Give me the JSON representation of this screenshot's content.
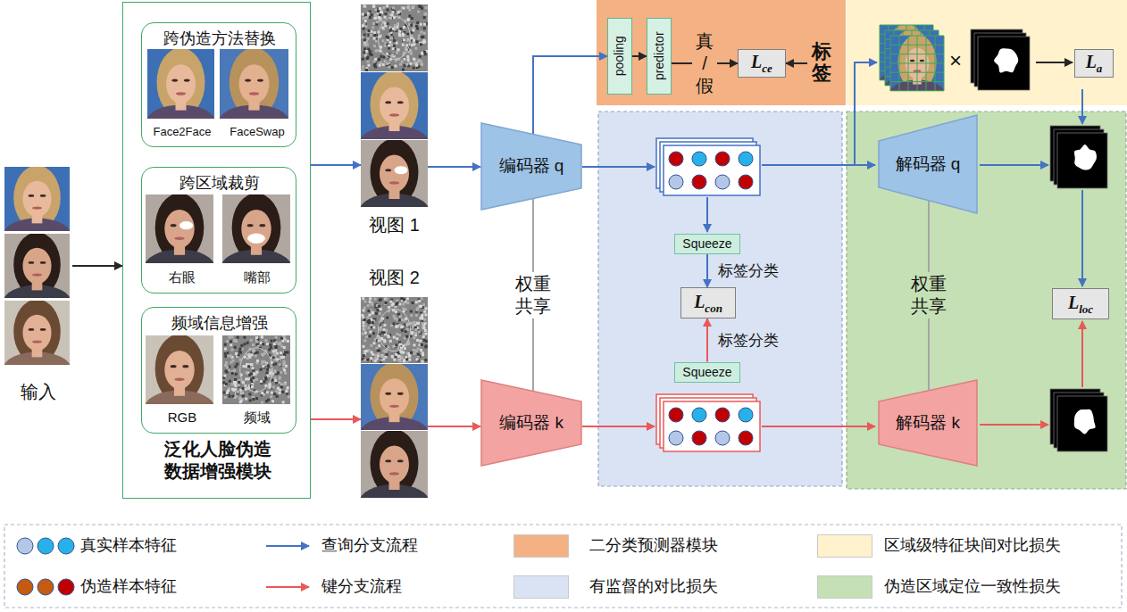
{
  "diagram": {
    "nodes": [
      {
        "text": [
          "输入"
        ]
      },
      {
        "text": [
          "泛化人脸伪造 数据增强模块"
        ]
      },
      {
        "text": [
          "跨伪造方法替换",
          "Face2Face",
          "FaceSwap"
        ],
        "in": 1
      },
      {
        "text": [
          "跨区域裁剪",
          "右眼",
          "嘴部"
        ],
        "in": 1
      },
      {
        "text": [
          "频域信息增强",
          "RGB",
          "频域"
        ],
        "in": 1
      },
      {
        "text": [
          "视图 1"
        ]
      },
      {
        "text": [
          "视图 2"
        ]
      },
      {
        "text": [
          "编码器 q"
        ]
      },
      {
        "text": [
          "编码器 k"
        ]
      },
      {
        "text": [
          "pooling"
        ]
      },
      {
        "text": [
          "predictor"
        ]
      },
      {
        "text": [
          "Lce"
        ]
      },
      {
        "text": [
          "标签"
        ]
      },
      {
        "text": [
          "Squeeze"
        ]
      },
      {
        "text": [
          "Squeeze"
        ]
      },
      {
        "text": [
          "Lcon"
        ]
      },
      {
        "text": [
          "La"
        ]
      },
      {
        "text": [
          "解码器 q"
        ]
      },
      {
        "text": [
          "解码器 k"
        ]
      },
      {
        "text": [
          "Lloc"
        ]
      }
    ],
    "edges": [
      {
        "from": 0,
        "to": 1,
        "arrow": "to"
      },
      {
        "from": 1,
        "to": 5,
        "arrow": "to"
      },
      {
        "from": 1,
        "to": 6,
        "arrow": "to"
      },
      {
        "from": 5,
        "to": 7,
        "arrow": "to"
      },
      {
        "from": 6,
        "to": 8,
        "arrow": "to"
      },
      {
        "from": 7,
        "to": 8,
        "label": "权重 共享",
        "arrow": "none"
      },
      {
        "from": 7,
        "to": 9,
        "arrow": "to"
      },
      {
        "from": 9,
        "to": 10,
        "arrow": "to"
      },
      {
        "from": 10,
        "to": 11,
        "label": "真 / 假",
        "arrow": "to"
      },
      {
        "from": 12,
        "to": 11,
        "arrow": "to"
      },
      {
        "from": 13,
        "to": 15,
        "label": "标签分类",
        "arrow": "to"
      },
      {
        "from": 14,
        "to": 15,
        "label": "标签分类",
        "arrow": "to"
      },
      {
        "from": 17,
        "to": 18,
        "label": "权重 共享",
        "arrow": "none"
      }
    ],
    "labels": [
      "×"
    ],
    "legend": [
      {
        "text": "真实样本特征"
      },
      {
        "text": "查询分支流程"
      },
      {
        "text": "二分类预测器模块",
        "color": "#f4b183"
      },
      {
        "text": "区域级特征块间对比损失",
        "color": "#fff2cc"
      },
      {
        "text": "伪造样本特征"
      },
      {
        "text": "键分支流程"
      },
      {
        "text": "有监督的对比损失",
        "color": "#dae3f3"
      },
      {
        "text": "伪造区域定位一致性损失",
        "color": "#c5e0b4"
      }
    ]
  }
}
